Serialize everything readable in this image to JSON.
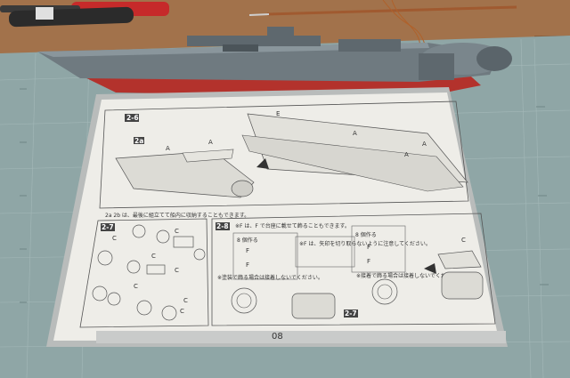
{
  "colors": {
    "desk_wood": "#9a6a45",
    "cutting_mat": "#8fa6a6",
    "paper": "#eeede8",
    "ship_hull_gray": "#6f7a80",
    "ship_hull_red": "#b3322c"
  },
  "sheet": {
    "page_number": "08",
    "steps": {
      "s26": "2-6",
      "s27": "2-7",
      "s28": "2-8",
      "s27b": "2-7"
    },
    "sub_a": "2a",
    "note_top": "2a 2b は、最後に組立てて船内に収納することもできます。",
    "note_mid": "※F は、F で台座に載せて飾ることもできます。",
    "make_x8_left": "8 個作る",
    "make_x8_right": "8 個作る",
    "note_left": "※塗装で飾る場合は接着しないでください。",
    "note_center": "※F は、矢印を切り取らないように注意してください。",
    "note_right": "※接着で飾る場合は接着しないでください。",
    "labels": {
      "a1": "A",
      "a2": "A",
      "a3": "A",
      "a4": "A",
      "a5": "A",
      "e1": "E",
      "f1": "F",
      "f2": "F",
      "f3": "F",
      "f4": "F",
      "c1": "C",
      "c2": "C",
      "c3": "C",
      "c4": "C",
      "c5": "C",
      "c6": "C",
      "c7": "C",
      "c8": "C"
    }
  }
}
